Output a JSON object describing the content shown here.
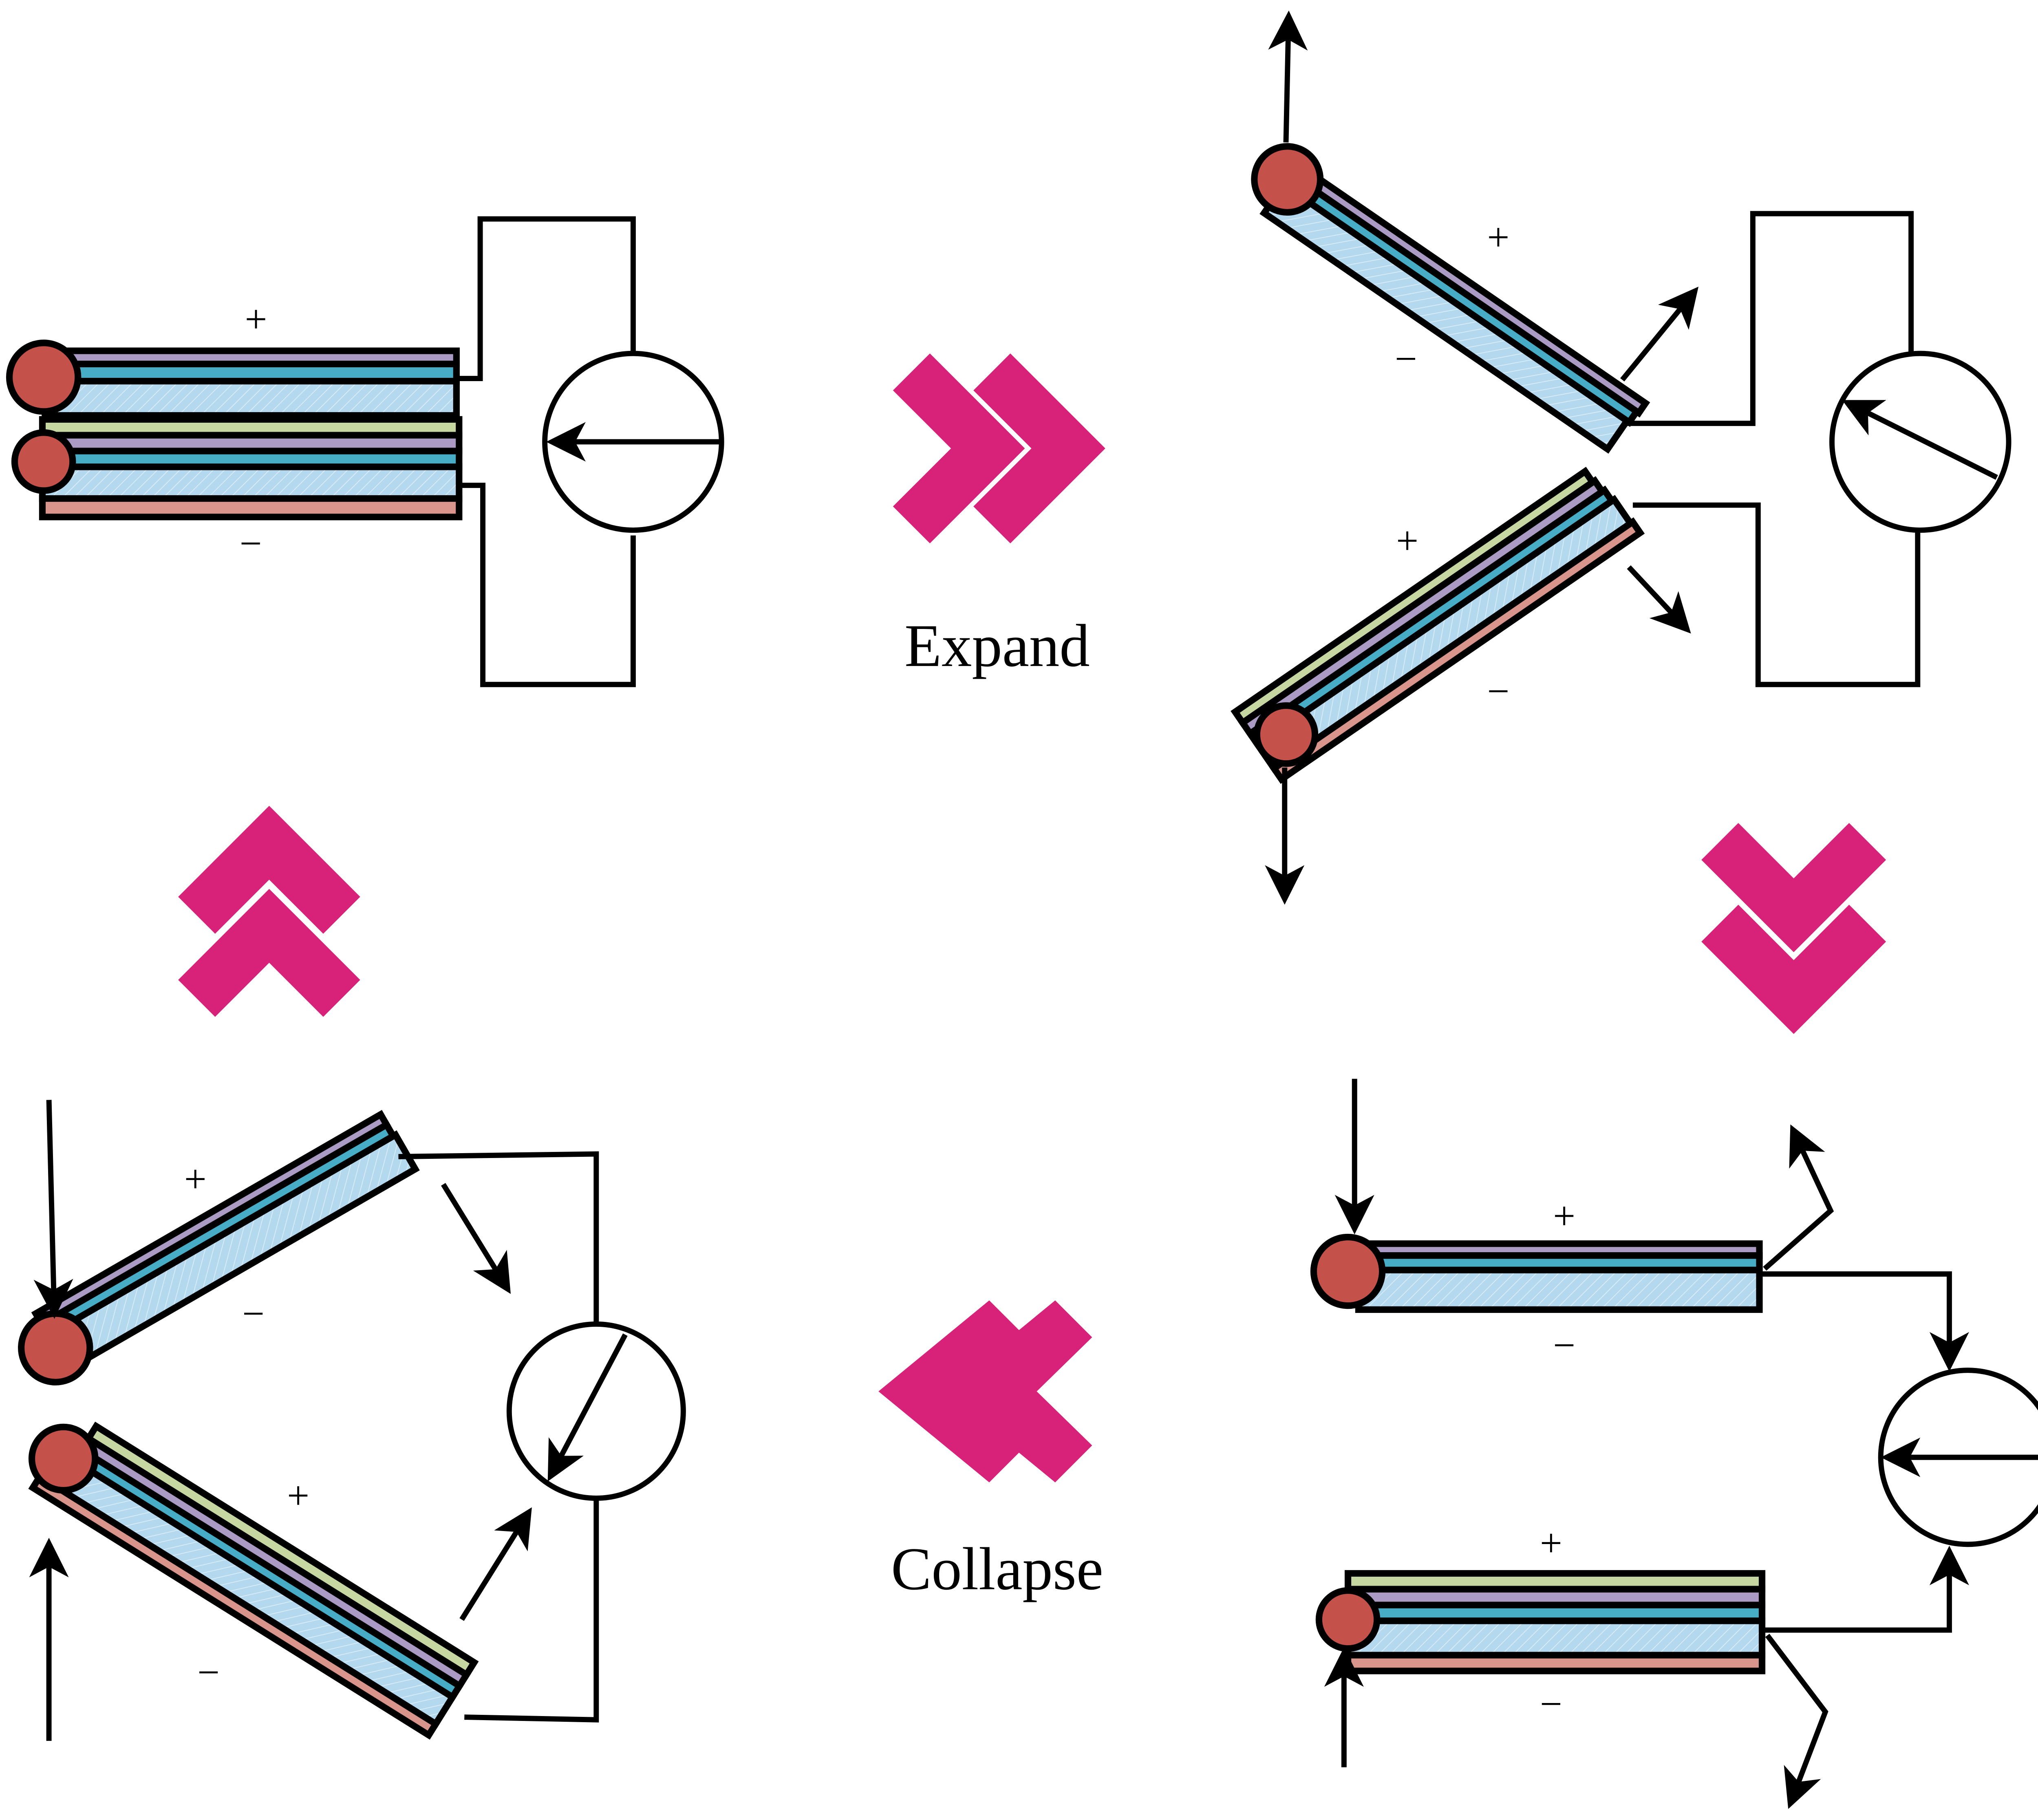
{
  "labels": {
    "expand": "Expand",
    "collapse": "Collapse",
    "plus": "+",
    "minus": "−"
  },
  "colors": {
    "chevron": "#D8227A",
    "purple_layer": "#AA9AC4",
    "teal_layer": "#47ADC6",
    "light_blue_layer": "#B4D8EE",
    "green_layer": "#C6D7A2",
    "pink_layer": "#D9948C",
    "hinge_ball": "#C4514A",
    "line": "#000000"
  },
  "panels": [
    {
      "id": "closed",
      "state": "closed, stacked layers, meter needle pointing left"
    },
    {
      "id": "expanded",
      "state": "expanded V-shape, meter needle deflected up-left"
    },
    {
      "id": "pressing",
      "state": "horizontal layers pressed by vertical forces, meter needle left"
    },
    {
      "id": "collapsing",
      "state": "collapsing V-shape, meter needle deflected down-left"
    }
  ],
  "transitions": [
    {
      "from": "closed",
      "to": "expanded",
      "label_key": "expand",
      "direction": "right"
    },
    {
      "from": "expanded",
      "to": "pressing",
      "direction": "down"
    },
    {
      "from": "pressing",
      "to": "collapsing",
      "label_key": "collapse",
      "direction": "left"
    },
    {
      "from": "collapsing",
      "to": "closed",
      "direction": "up"
    }
  ]
}
